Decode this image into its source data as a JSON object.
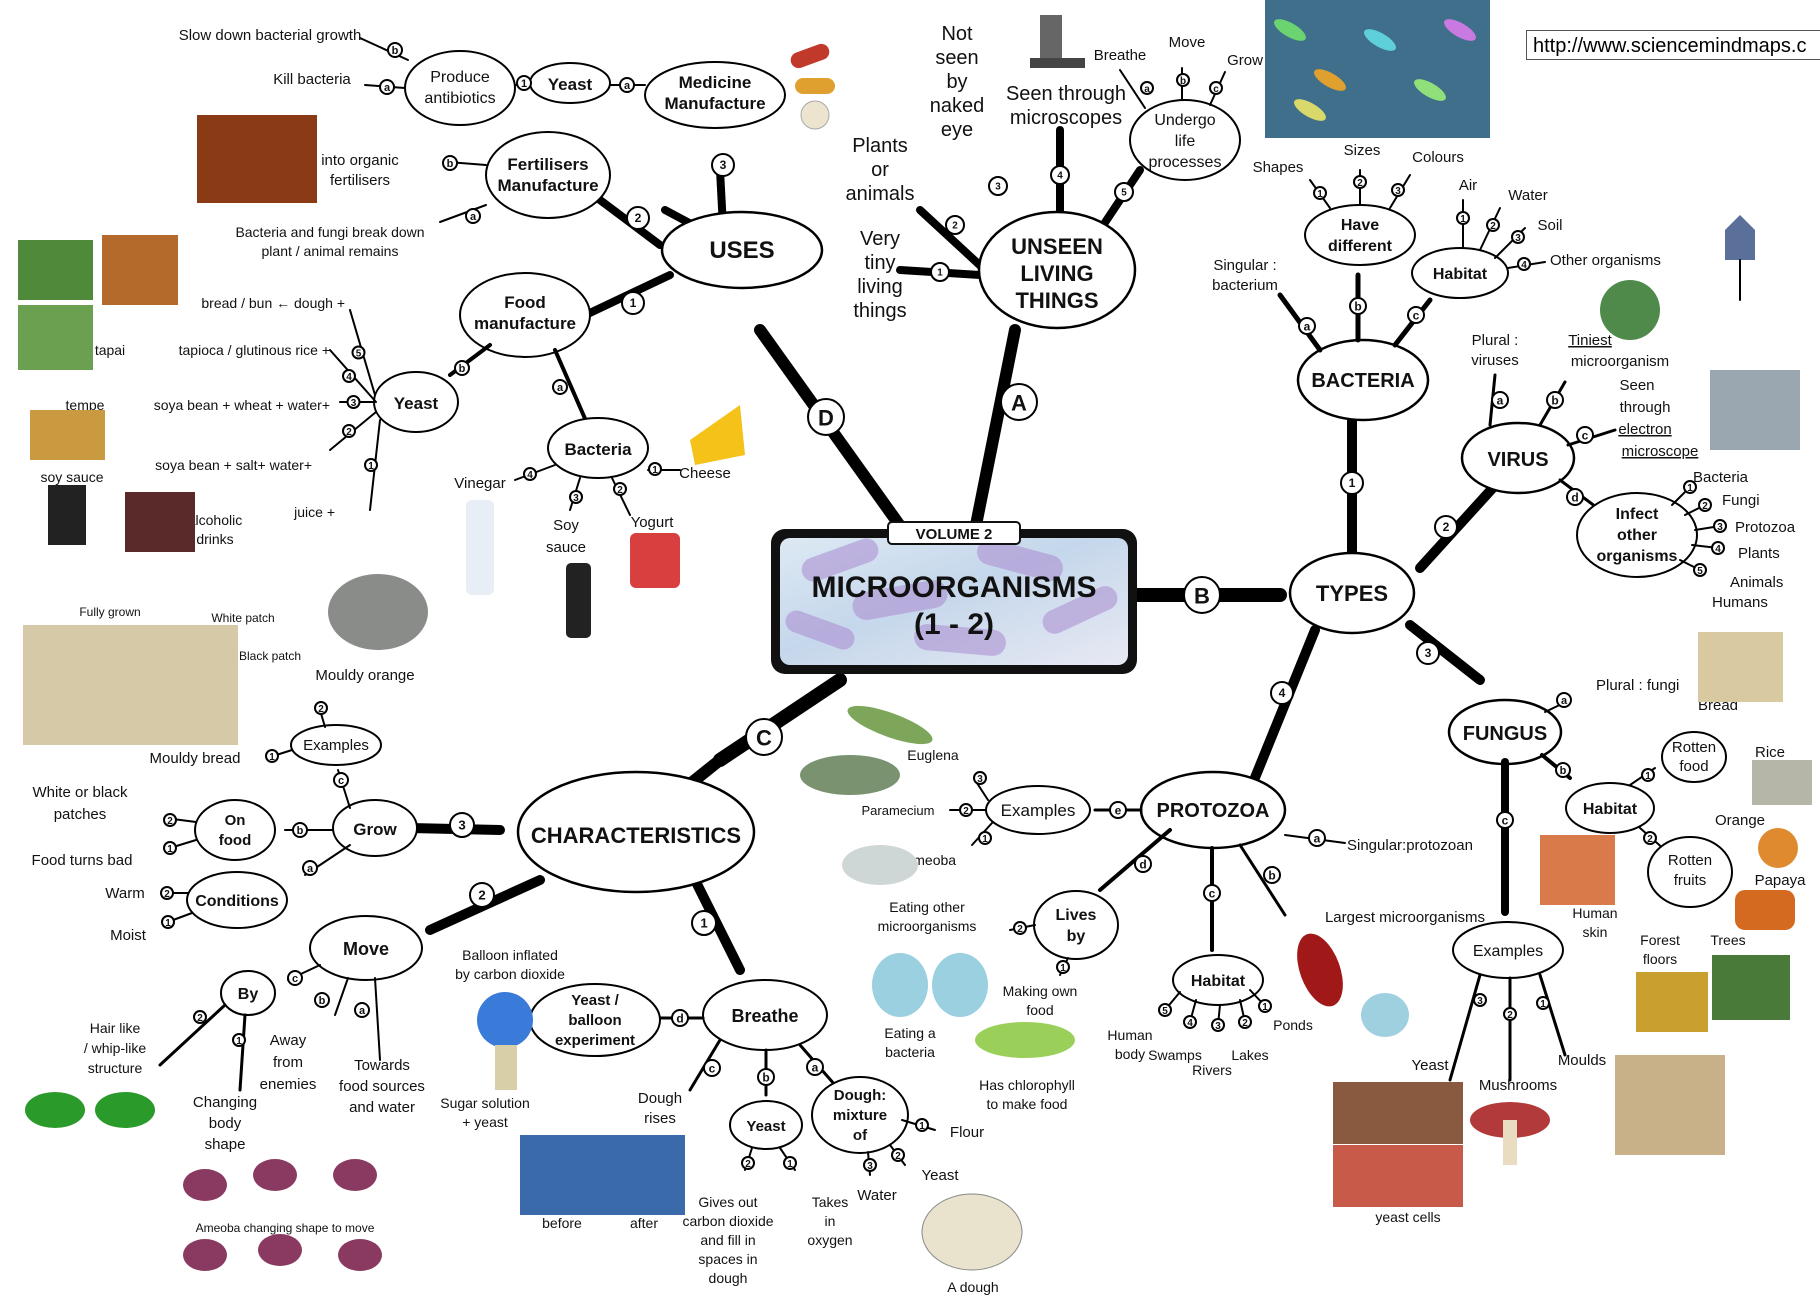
{
  "url": "http://www.sciencemindmaps.c",
  "center": {
    "volume": "VOLUME 2",
    "line1": "MICROORGANISMS",
    "line2": "(1 - 2)"
  },
  "branches": {
    "A": "A",
    "B": "B",
    "C": "C",
    "D": "D",
    "unseen": {
      "l1": "UNSEEN",
      "l2": "LIVING",
      "l3": "THINGS",
      "p1": [
        "Very",
        "tiny",
        "living",
        "things"
      ],
      "p2": [
        "Plants",
        "or",
        "animals"
      ],
      "p3": [
        "Not",
        "seen",
        "by",
        "naked",
        "eye"
      ],
      "p4": [
        "Seen through",
        "microscopes"
      ],
      "p5": [
        "Undergo",
        "life",
        "processes"
      ],
      "p5sub": [
        "Breathe",
        "Move",
        "Grow"
      ]
    },
    "uses": {
      "label": "USES",
      "medicine": [
        "Medicine",
        "Manufacture"
      ],
      "yeast": "Yeast",
      "antibiotics": [
        "Produce",
        "antibiotics"
      ],
      "kill": "Kill bacteria",
      "slow": "Slow down bacterial growth",
      "fertilisers": [
        "Fertilisers",
        "Manufacture"
      ],
      "fa": [
        "Bacteria and fungi break down",
        "plant / animal remains"
      ],
      "fb": [
        "into organic",
        "fertilisers"
      ],
      "food": [
        "Food",
        "manufacture"
      ],
      "fyeast": "Yeast",
      "y1": "juice +",
      "y2": "soya bean + salt+ water+",
      "y3": "soya bean + wheat + water+",
      "y4": "tapioca / glutinous rice +",
      "y5": "bread / bun  ← dough +",
      "soysauce": "soy sauce",
      "tempe": "tempe",
      "tapai": "tapai",
      "alcohol": [
        "alcoholic",
        "drinks"
      ],
      "bacteria": "Bacteria",
      "cheese": "Cheese",
      "yogurt": "Yogurt",
      "soy": [
        "Soy",
        "sauce"
      ],
      "vinegar": "Vinegar"
    },
    "types": {
      "label": "TYPES",
      "bacteria": {
        "label": "BACTERIA",
        "singular": [
          "Singular :",
          "bacterium"
        ],
        "have": [
          "Have",
          "different"
        ],
        "shapes": "Shapes",
        "sizes": "Sizes",
        "colours": "Colours",
        "habitat": "Habitat",
        "air": "Air",
        "water": "Water",
        "soil": "Soil",
        "other": "Other organisms"
      },
      "virus": {
        "label": "VIRUS",
        "plural": [
          "Plural :",
          "viruses"
        ],
        "tiniest": [
          "Tiniest",
          "microorganism"
        ],
        "seen": [
          "Seen",
          "through",
          "electron",
          "microscope"
        ],
        "infect": [
          "Infect",
          "other",
          "organisms"
        ],
        "i1": "Bacteria",
        "i2": "Fungi",
        "i3": "Protozoa",
        "i4": "Plants",
        "i5": [
          "Animals",
          "Humans"
        ]
      },
      "fungus": {
        "label": "FUNGUS",
        "plural": "Plural : fungi",
        "habitat": "Habitat",
        "rotten_food": [
          "Rotten",
          "food"
        ],
        "bread": "Bread",
        "rice": "Rice",
        "rotten_fruits": [
          "Rotten",
          "fruits"
        ],
        "orange": "Orange",
        "papaya": "Papaya",
        "human_skin": [
          "Human",
          "skin"
        ],
        "forest": [
          "Forest",
          "floors"
        ],
        "trees": "Trees",
        "examples": "Examples",
        "yeast": "Yeast",
        "mushrooms": "Mushrooms",
        "moulds": "Moulds",
        "cells": "yeast  cells"
      },
      "protozoa": {
        "label": "PROTOZOA",
        "singular": "Singular:protozoan",
        "largest": "Largest microorganisms",
        "examples": "Examples",
        "ex1": "Ameoba",
        "ex2": "Paramecium",
        "ex3": "Euglena",
        "lives": [
          "Lives",
          "by"
        ],
        "eating": [
          "Eating other",
          "microorganisms"
        ],
        "making": [
          "Making own",
          "food"
        ],
        "eatbac": [
          "Eating  a",
          "bacteria"
        ],
        "chloro": [
          "Has chlorophyll",
          "to make food"
        ],
        "habitat": "Habitat",
        "h1": "Ponds",
        "h2": "Lakes",
        "h3": "Rivers",
        "h4": "Swamps",
        "h5": [
          "Human",
          "body"
        ]
      }
    },
    "char": {
      "label": "CHARACTERISTICS",
      "breathe": "Breathe",
      "balloon": [
        "Yeast /",
        "balloon",
        "experiment"
      ],
      "balloon_note": [
        "Balloon inflated",
        "by carbon dioxide"
      ],
      "sugar": [
        "Sugar solution",
        "+ yeast"
      ],
      "before": "before",
      "after": "after",
      "rises": [
        "Dough",
        "rises"
      ],
      "byeast": "Yeast",
      "gives": [
        "Gives  out",
        "carbon dioxide",
        "and fill in",
        "spaces in",
        "dough"
      ],
      "takes": [
        "Takes",
        "in",
        "oxygen"
      ],
      "dough_mix": [
        "Dough:",
        "mixture",
        "of"
      ],
      "flour": "Flour",
      "dyeast": "Yeast",
      "water": "Water",
      "adough": "A dough",
      "move": "Move",
      "by": "By",
      "towards": [
        "Towards",
        "food sources",
        "and water"
      ],
      "away": [
        "Away",
        "from",
        "enemies"
      ],
      "changing": [
        "Changing",
        "body",
        "shape"
      ],
      "hair": [
        "Hair like",
        "/ whip-like",
        "structure"
      ],
      "ameoba_move": "Ameoba changing shape to move",
      "grow": "Grow",
      "conditions": "Conditions",
      "warm": "Warm",
      "moist": "Moist",
      "onfood": [
        "On",
        "food"
      ],
      "bad": "Food turns bad",
      "patches": [
        "White or black",
        "patches"
      ],
      "examples": "Examples",
      "mbread": "Mouldy bread",
      "morange": "Mouldy orange",
      "fully": "Fully grown",
      "white": "White patch",
      "black": "Black patch"
    }
  },
  "colors": {
    "line": "#000000",
    "centerBorder": "#111111",
    "bacteriaPurple": "#9b7fc4",
    "accentRed": "#c0392b"
  }
}
